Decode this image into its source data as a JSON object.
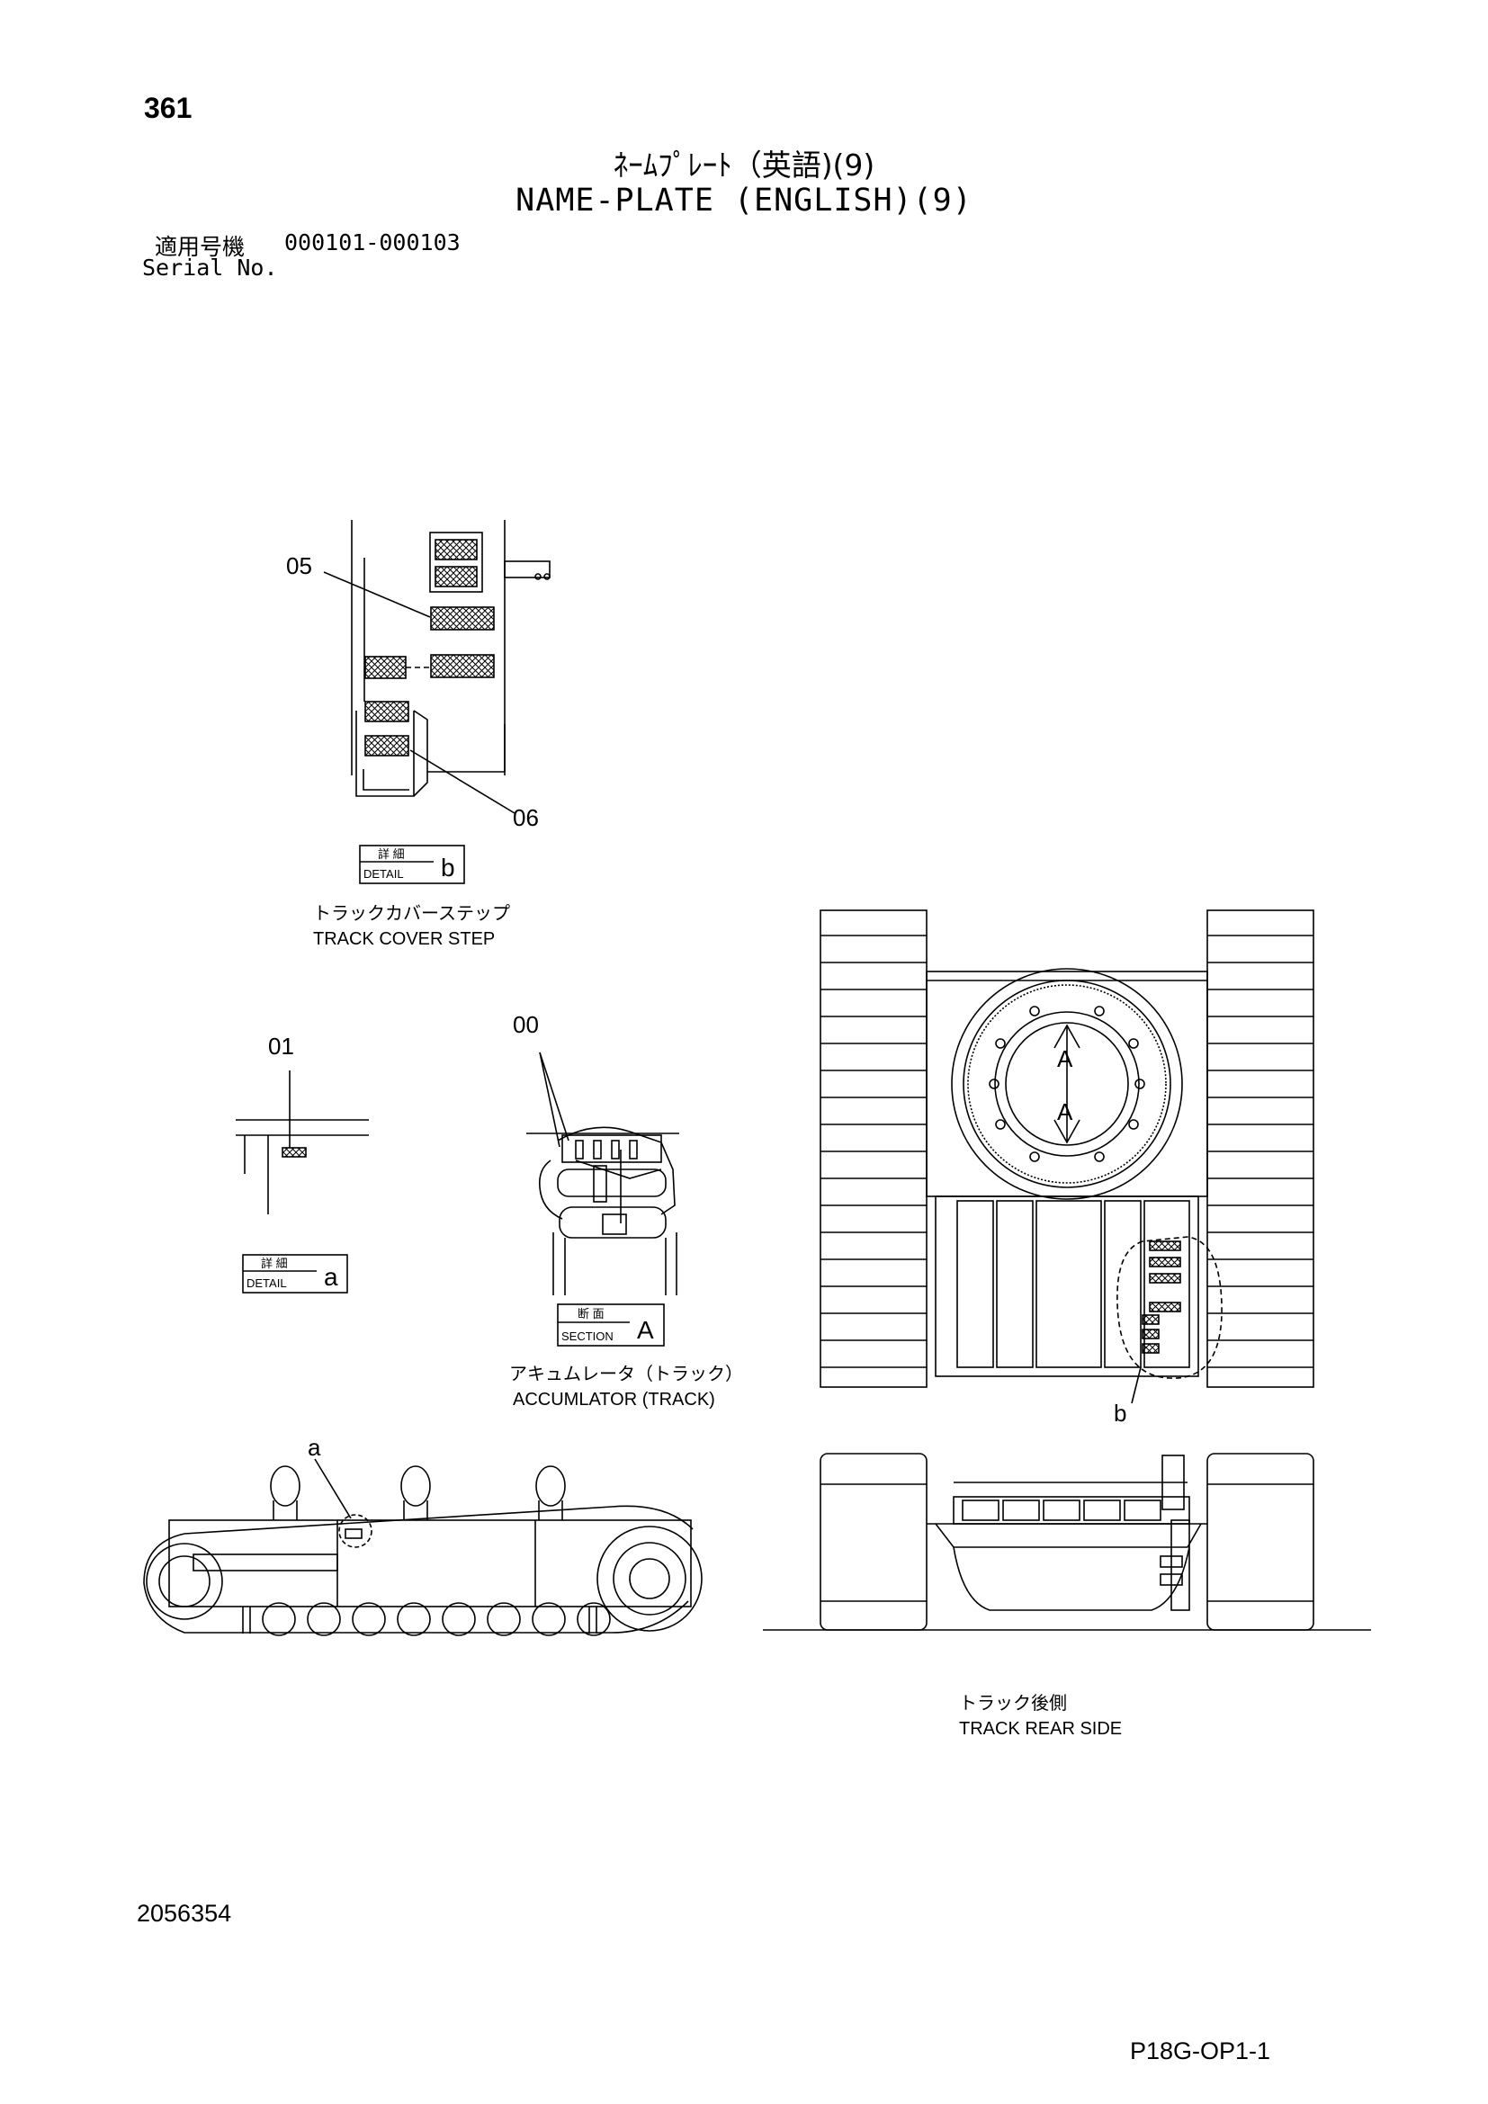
{
  "header": {
    "page_number": "361",
    "title_jp": "ﾈｰﾑﾌﾟﾚｰﾄ（英語)(9)",
    "title_en": "NAME-PLATE (ENGLISH)(9)",
    "serial_label_jp": "適用号機",
    "serial_range": "000101-000103",
    "serial_label_en": "Serial No."
  },
  "callouts": {
    "c05": "05",
    "c06": "06",
    "c01": "01",
    "c00": "00",
    "ca": "a",
    "cb": "b",
    "arrowA": "A"
  },
  "detail_tags": {
    "detail_b": {
      "jp": "詳 細",
      "en": "DETAIL",
      "letter": "b"
    },
    "detail_a": {
      "jp": "詳 細",
      "en": "DETAIL",
      "letter": "a"
    },
    "section_a": {
      "jp": "断 面",
      "en": "SECTION",
      "letter": "A"
    }
  },
  "captions": {
    "track_cover_step_jp": "トラックカバーステップ",
    "track_cover_step_en": "TRACK COVER STEP",
    "accumulator_jp": "アキュムレータ（トラック）",
    "accumulator_en": "ACCUMLATOR (TRACK)",
    "track_rear_jp": "トラック後側",
    "track_rear_en": "TRACK REAR SIDE"
  },
  "footer": {
    "doc_number": "2056354",
    "page_code": "P18G-OP1-1"
  }
}
